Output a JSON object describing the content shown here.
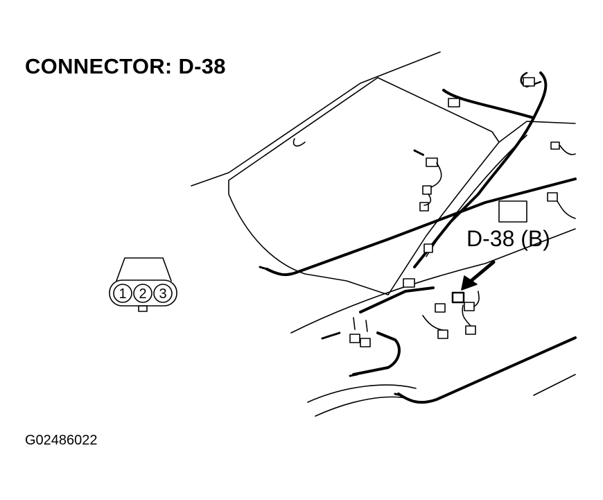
{
  "title": "CONNECTOR: D-38",
  "callout_label": "D-38 (B)",
  "figure_id": "G02486022",
  "connector_pins": [
    "1",
    "2",
    "3"
  ]
}
